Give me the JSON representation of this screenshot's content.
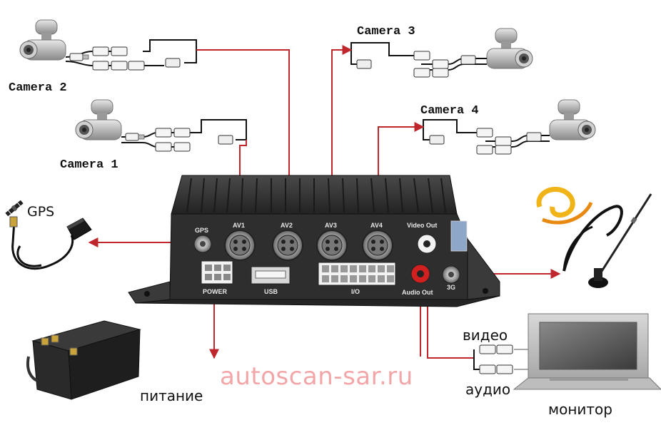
{
  "cameras": {
    "camera1": "Camera 1",
    "camera2": "Camera 2",
    "camera3": "Camera 3",
    "camera4": "Camera 4"
  },
  "gps_label": "GPS",
  "dvr": {
    "gps_port": "GPS",
    "av1": "AV1",
    "av2": "AV2",
    "av3": "AV3",
    "av4": "AV4",
    "video_out": "Video Out",
    "audio_out": "Audio Out",
    "power": "POWER",
    "usb": "USB",
    "io": "I/O",
    "threeg": "3G"
  },
  "labels": {
    "power": "питание",
    "video": "видео",
    "audio": "аудио",
    "monitor": "монитор"
  },
  "watermark": "autoscan-sar.ru",
  "colors": {
    "arrow": "#c0272d",
    "cable": "#111111",
    "dvr_body": "#2b2b2b"
  }
}
